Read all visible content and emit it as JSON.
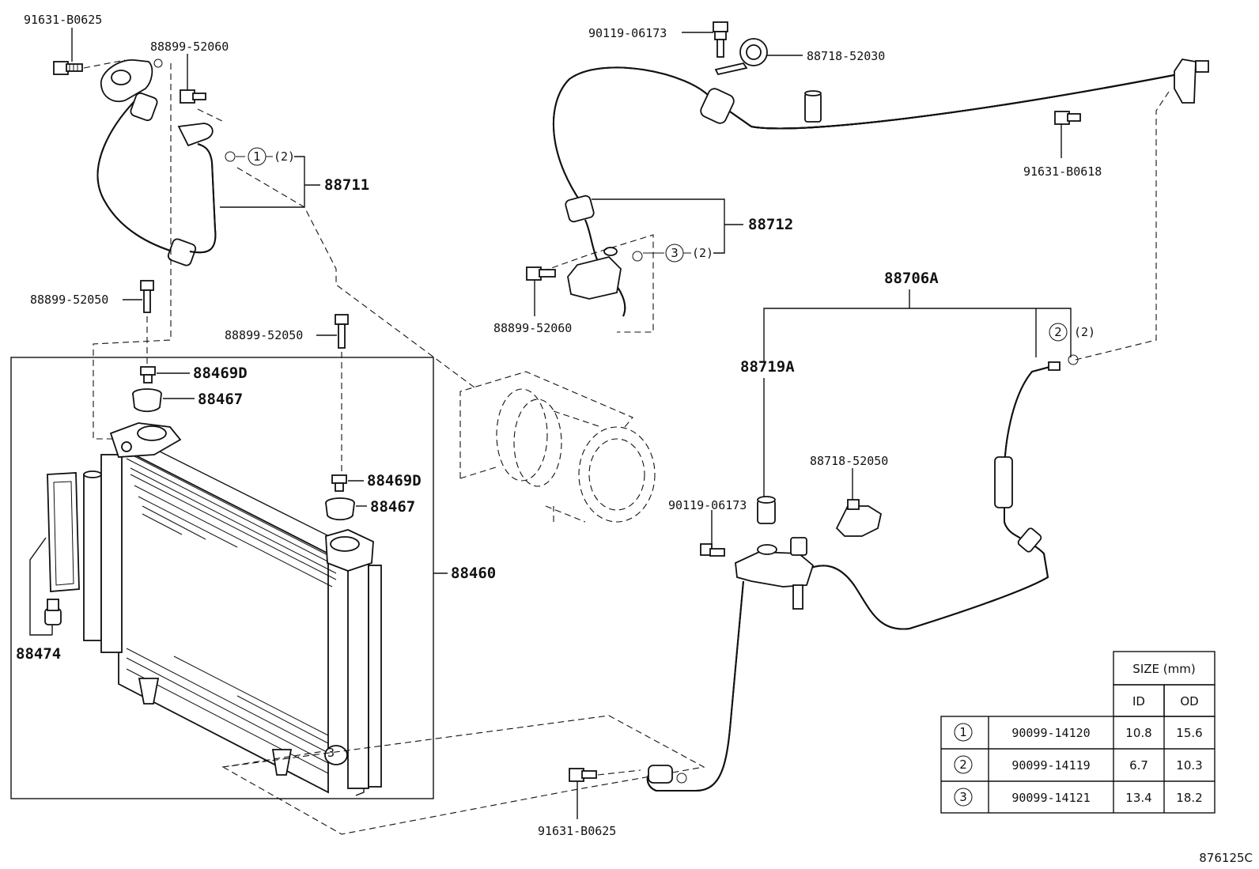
{
  "parts": {
    "p91631_b0625_top": "91631-B0625",
    "p88899_52060_top": "88899-52060",
    "p88711": "88711",
    "p88899_52050_left": "88899-52050",
    "p88899_52050_mid": "88899-52050",
    "p88469d_a": "88469D",
    "p88467_a": "88467",
    "p88469d_b": "88469D",
    "p88467_b": "88467",
    "p88460": "88460",
    "p88474": "88474",
    "p90119_06173_top": "90119-06173",
    "p88718_52030": "88718-52030",
    "p91631_b0618": "91631-B0618",
    "p88712": "88712",
    "p88899_52060_mid": "88899-52060",
    "p88706a": "88706A",
    "p88719a": "88719A",
    "p88718_52050": "88718-52050",
    "p90119_06173_mid": "90119-06173",
    "p91631_b0625_bottom": "91631-B0625",
    "oring_callout_1": "1",
    "oring_callout_2": "2",
    "oring_callout_3": "3",
    "oring_qty_1": "(2)",
    "oring_qty_2": "(2)",
    "oring_qty_3": "(2)",
    "condenser_mark_3": "3"
  },
  "oring_table": {
    "size_header": "SIZE (mm)",
    "col_id": "ID",
    "col_od": "OD",
    "rows": [
      {
        "ref": "1",
        "part": "90099-14120",
        "id": "10.8",
        "od": "15.6"
      },
      {
        "ref": "2",
        "part": "90099-14119",
        "id": "6.7",
        "od": "10.3"
      },
      {
        "ref": "3",
        "part": "90099-14121",
        "id": "13.4",
        "od": "18.2"
      }
    ]
  },
  "figure_code": "876125C"
}
